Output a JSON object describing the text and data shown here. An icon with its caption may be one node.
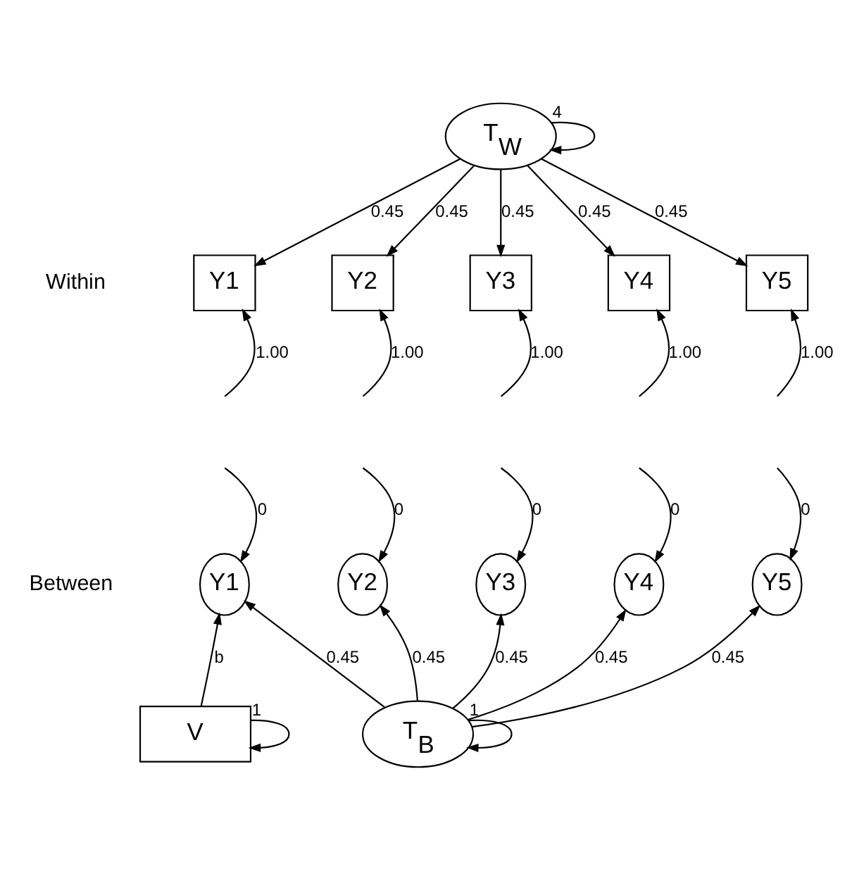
{
  "diagram": {
    "nodes": [
      {
        "text": [
          "T$_{W}$"
        ]
      },
      {
        "text": [
          "Y1"
        ]
      },
      {
        "text": [
          "Y2"
        ]
      },
      {
        "text": [
          "Y3"
        ]
      },
      {
        "text": [
          "Y4"
        ]
      },
      {
        "text": [
          "Y5"
        ]
      },
      {
        "text": [
          "Y1"
        ]
      },
      {
        "text": [
          "Y2"
        ]
      },
      {
        "text": [
          "Y3"
        ]
      },
      {
        "text": [
          "Y4"
        ]
      },
      {
        "text": [
          "Y5"
        ]
      },
      {
        "text": [
          "V"
        ]
      },
      {
        "text": [
          "T$_{B}$"
        ]
      }
    ],
    "edges": [
      {
        "from": 0,
        "to": 0,
        "arrow": "to",
        "label": "4"
      },
      {
        "from": 0,
        "to": 1,
        "arrow": "to",
        "label": "0.45"
      },
      {
        "from": 0,
        "to": 2,
        "arrow": "to",
        "label": "0.45"
      },
      {
        "from": 0,
        "to": 3,
        "arrow": "to",
        "label": "0.45"
      },
      {
        "from": 0,
        "to": 4,
        "arrow": "to",
        "label": "0.45"
      },
      {
        "from": 0,
        "to": 5,
        "arrow": "to",
        "label": "0.45"
      },
      {
        "from": null,
        "to": 1,
        "arrow": "to",
        "label": "1.00"
      },
      {
        "from": null,
        "to": 2,
        "arrow": "to",
        "label": "1.00"
      },
      {
        "from": null,
        "to": 3,
        "arrow": "to",
        "label": "1.00"
      },
      {
        "from": null,
        "to": 4,
        "arrow": "to",
        "label": "1.00"
      },
      {
        "from": null,
        "to": 5,
        "arrow": "to",
        "label": "1.00"
      },
      {
        "from": null,
        "to": 6,
        "arrow": "to",
        "label": "0"
      },
      {
        "from": null,
        "to": 7,
        "arrow": "to",
        "label": "0"
      },
      {
        "from": null,
        "to": 8,
        "arrow": "to",
        "label": "0"
      },
      {
        "from": null,
        "to": 9,
        "arrow": "to",
        "label": "0"
      },
      {
        "from": null,
        "to": 10,
        "arrow": "to",
        "label": "0"
      },
      {
        "from": 11,
        "to": 6,
        "arrow": "to",
        "label": "b"
      },
      {
        "from": 12,
        "to": 6,
        "arrow": "to",
        "label": "0.45"
      },
      {
        "from": 12,
        "to": 7,
        "arrow": "to",
        "label": "0.45"
      },
      {
        "from": 12,
        "to": 8,
        "arrow": "to",
        "label": "0.45"
      },
      {
        "from": 12,
        "to": 9,
        "arrow": "to",
        "label": "0.45"
      },
      {
        "from": 12,
        "to": 10,
        "arrow": "to",
        "label": "0.45"
      },
      {
        "from": 11,
        "to": 11,
        "arrow": "to",
        "label": "1"
      },
      {
        "from": 12,
        "to": 12,
        "arrow": "to",
        "label": "1"
      }
    ],
    "labels": [
      "Within",
      "Between"
    ]
  }
}
